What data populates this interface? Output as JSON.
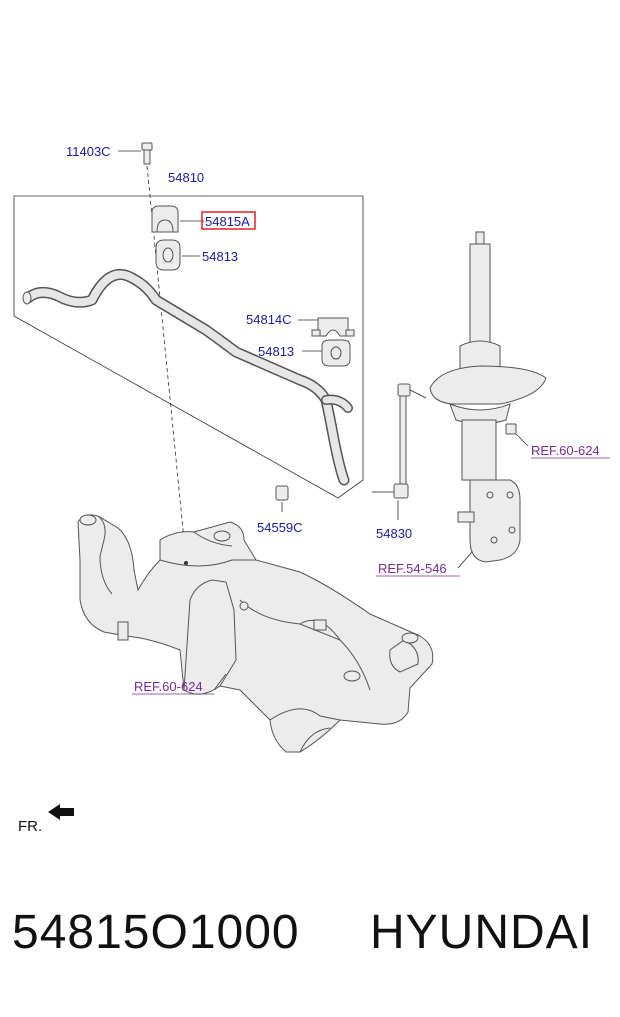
{
  "labels": {
    "bolt": "11403C",
    "assembly": "54810",
    "bushing_a": "54815A",
    "bushing_top": "54813",
    "clamp": "54814C",
    "bushing_side": "54813",
    "nut": "54559C",
    "link": "54830"
  },
  "refs": {
    "strut_mount": "REF.60-624",
    "strut": "REF.54-546",
    "subframe": "REF.60-624"
  },
  "direction": "FR.",
  "footer": {
    "part_number": "54815O1000",
    "brand": "HYUNDAI"
  },
  "colors": {
    "label": "#1a1aa6",
    "ref": "#7a2a9a",
    "highlight": "#e0202a"
  }
}
